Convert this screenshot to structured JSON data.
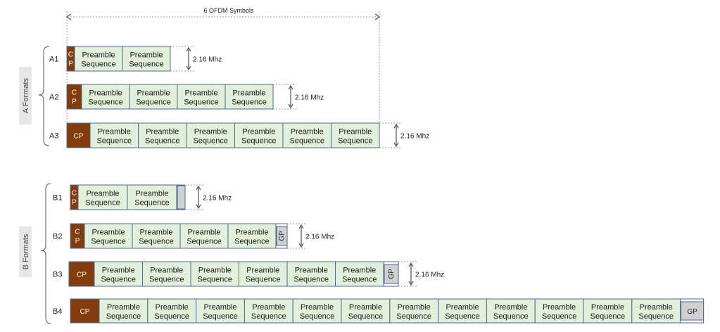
{
  "dimension": {
    "label": "6 OFDM Symbols"
  },
  "groups": [
    {
      "label": "A Formats",
      "rows": [
        {
          "label": "A1",
          "cp": "C P",
          "preambles": 2,
          "gp": null,
          "bandwidth": "2.16 Mhz"
        },
        {
          "label": "A2",
          "cp": "C P",
          "preambles": 4,
          "gp": null,
          "bandwidth": "2.16 Mhz"
        },
        {
          "label": "A3",
          "cp": "CP",
          "preambles": 6,
          "gp": null,
          "bandwidth": "2.16 Mhz"
        }
      ]
    },
    {
      "label": "B Formats",
      "rows": [
        {
          "label": "B1",
          "cp": "C P",
          "preambles": 2,
          "gp": "",
          "bandwidth": "2.16 Mhz"
        },
        {
          "label": "B2",
          "cp": "C P",
          "preambles": 4,
          "gp": "GP",
          "bandwidth": "2.16 Mhz"
        },
        {
          "label": "B3",
          "cp": "CP",
          "preambles": 6,
          "gp": "GP",
          "bandwidth": "2.16 Mhz"
        },
        {
          "label": "B4",
          "cp": "CP",
          "preambles": 12,
          "gp": "GP",
          "bandwidth": ""
        }
      ]
    }
  ],
  "preamble": {
    "line1": "Preamble",
    "line2": "Sequence"
  },
  "colors": {
    "cp": "#843c0c",
    "preamble": "#e2efd9",
    "gp": "#d0d0d0",
    "border": "#4a6a96"
  }
}
